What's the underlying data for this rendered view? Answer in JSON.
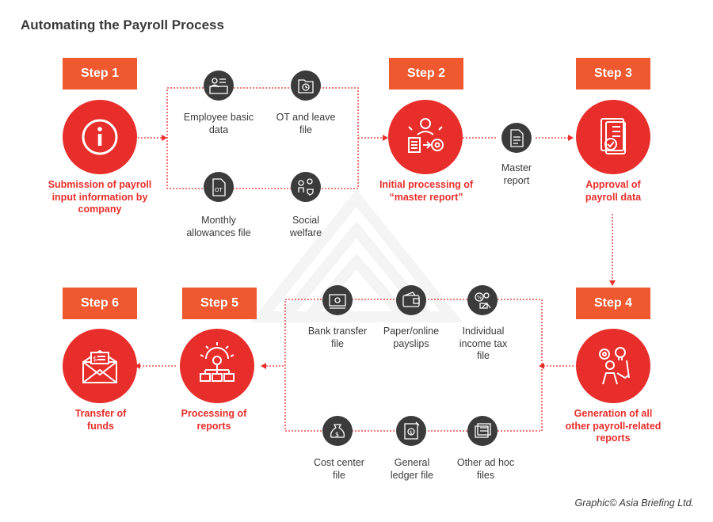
{
  "title": "Automating the Payroll Process",
  "credit": "Graphic© Asia Briefing Ltd.",
  "accent_color": "#e82e2b",
  "label_color": "#f0592f",
  "icon_bg_color": "#3b3b3b",
  "steps": [
    {
      "label": "Step 1",
      "caption": "Submission of payroll input information by company",
      "icon": "info-icon"
    },
    {
      "label": "Step 2",
      "caption": "Initial processing of “master report”",
      "icon": "worker-gear-icon"
    },
    {
      "label": "Step 3",
      "caption": "Approval of payroll data",
      "icon": "checklist-icon"
    },
    {
      "label": "Step 4",
      "caption": "Generation of all other payroll-related reports",
      "icon": "person-gears-icon"
    },
    {
      "label": "Step 5",
      "caption": "Processing of reports",
      "icon": "gear-network-icon"
    },
    {
      "label": "Step 6",
      "caption": "Transfer of funds",
      "icon": "envelope-money-icon"
    }
  ],
  "inputs": [
    {
      "label": "Employee basic data",
      "icon": "employee-card-icon"
    },
    {
      "label": "OT and leave file",
      "icon": "folder-clock-icon"
    },
    {
      "label": "Monthly allowances file",
      "icon": "ot-document-icon"
    },
    {
      "label": "Social welfare",
      "icon": "welfare-icon"
    }
  ],
  "master_report": {
    "label": "Master report",
    "icon": "report-icon"
  },
  "reports": [
    {
      "label": "Bank transfer file",
      "icon": "bank-transfer-icon"
    },
    {
      "label": "Paper/online payslips",
      "icon": "wallet-icon"
    },
    {
      "label": "Individual income tax file",
      "icon": "tax-icon"
    },
    {
      "label": "Cost center file",
      "icon": "money-bag-icon"
    },
    {
      "label": "General ledger file",
      "icon": "ledger-icon"
    },
    {
      "label": "Other ad hoc files",
      "icon": "files-icon"
    }
  ]
}
